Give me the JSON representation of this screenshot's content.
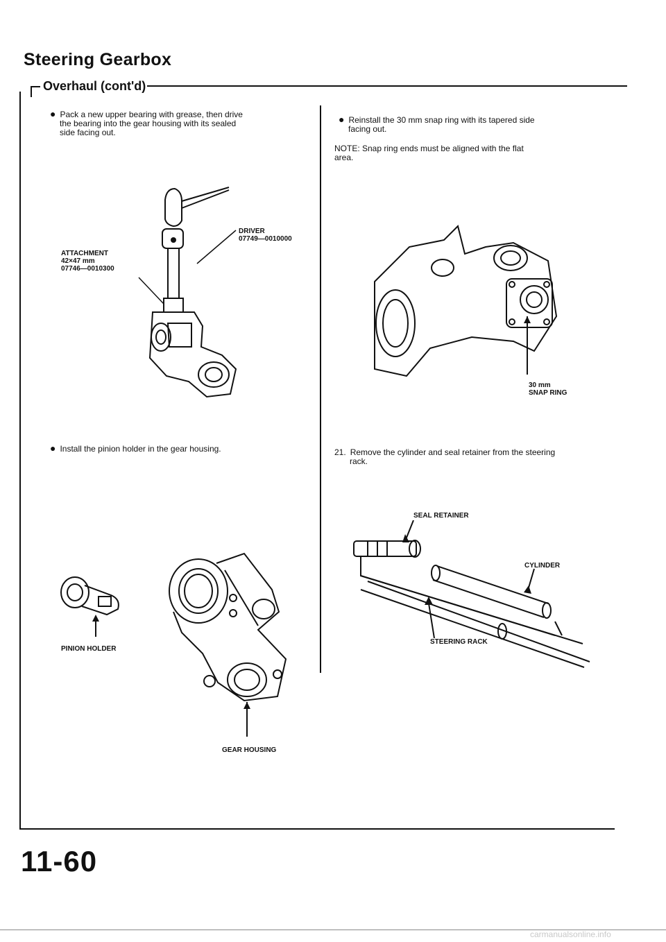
{
  "header": {
    "title": "Steering Gearbox",
    "subtitle": "Overhaul (cont'd)"
  },
  "left": {
    "step1": {
      "bullet": "●",
      "lines": [
        "Pack a new upper bearing with grease, then drive",
        "the bearing into the gear housing with its sealed",
        "side facing out."
      ]
    },
    "fig1": {
      "driver_name": "DRIVER",
      "driver_pn": "07749—0010000",
      "attach_name": "ATTACHMENT",
      "attach_size": "42×47 mm",
      "attach_pn": "07746—0010300"
    },
    "step2": {
      "bullet": "●",
      "text": "Install the pinion holder in the gear housing."
    },
    "fig2": {
      "pinion_holder": "PINION HOLDER",
      "gear_housing": "GEAR HOUSING"
    }
  },
  "right": {
    "step1": {
      "bullet": "●",
      "lines": [
        "Reinstall the 30 mm snap ring with its tapered side",
        "facing out."
      ]
    },
    "note": {
      "lines": [
        "NOTE: Snap ring ends must be aligned with the flat",
        "area."
      ]
    },
    "fig3": {
      "size": "30 mm",
      "name": "SNAP RING"
    },
    "step21": {
      "number": "21.",
      "lines": [
        "Remove the cylinder and seal retainer from the steering",
        "rack."
      ]
    },
    "fig4": {
      "seal_retainer": "SEAL RETAINER",
      "cylinder": "CYLINDER",
      "steering_rack": "STEERING RACK"
    }
  },
  "footer": {
    "page_number": "11-60",
    "watermark": "carmanualsonline.info"
  }
}
